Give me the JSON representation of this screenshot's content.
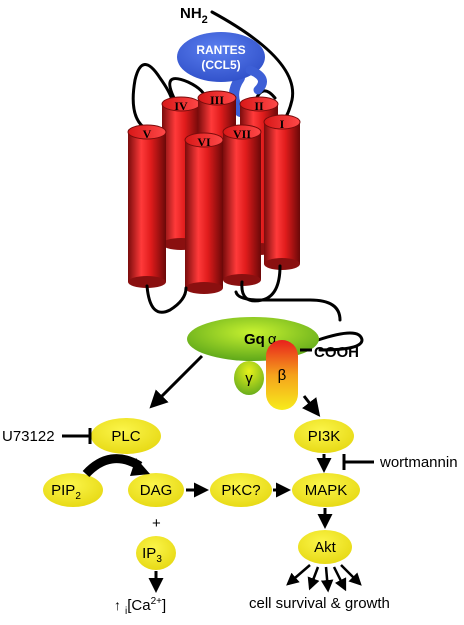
{
  "receptor": {
    "nh2": "NH",
    "nh2_sub": "2",
    "ligand_line1": "RANTES",
    "ligand_line2": "(CCL5)",
    "helices": [
      "IV",
      "III",
      "II",
      "I",
      "V",
      "VI",
      "VII"
    ],
    "cooh": "COOH"
  },
  "gprotein": {
    "alpha_a": "Gq",
    "alpha_b": "α",
    "gamma": "γ",
    "beta": "β"
  },
  "pathway": {
    "inhibitor_plc": "U73122",
    "plc": "PLC",
    "pip2": "PIP",
    "pip2_sub": "2",
    "dag": "DAG",
    "plus": "+",
    "ip3": "IP",
    "ip3_sub": "3",
    "calcium_arrow": "↑",
    "calcium_sub": "i",
    "calcium_open": "[Ca",
    "calcium_sup": "2+",
    "calcium_close": "]",
    "pkc": "PKC?",
    "pi3k": "PI3K",
    "inhibitor_pi3k": "wortmannin",
    "mapk": "MAPK",
    "akt": "Akt",
    "outcome": "cell survival & growth"
  },
  "colors": {
    "helix_red": "#e01c1c",
    "ligand_blue": "#3d5fd6",
    "gq_green": "#8fd620",
    "node_yellow": "#f2ec1a",
    "beta_orange": "#f28a1c"
  }
}
